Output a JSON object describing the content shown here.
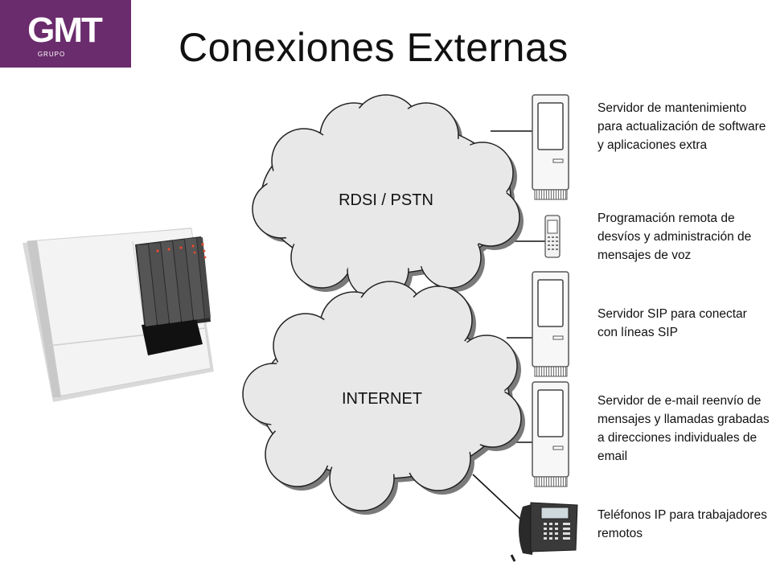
{
  "logo": {
    "mark": "GMT",
    "subtitle": "GRUPO",
    "color": "#6a2c6c"
  },
  "title": "Conexiones Externas",
  "clouds": {
    "top": "RDSI / PSTN",
    "bottom": "INTERNET"
  },
  "connections": [
    {
      "device": "server-icon",
      "description": "Servidor de mantenimiento para actualización de software y aplicaciones extra"
    },
    {
      "device": "mobile-phone-icon",
      "description": "Programación remota de desvíos y administración de mensajes de voz"
    },
    {
      "device": "server-icon",
      "description": "Servidor SIP para conectar con líneas SIP"
    },
    {
      "device": "server-icon",
      "description": "Servidor de e-mail reenvío de mensajes y llamadas grabadas a direcciones individuales de email"
    },
    {
      "device": "ip-phone-icon",
      "description": "Teléfonos IP para trabajadores remotos"
    }
  ],
  "colors": {
    "cloud_fill": "#e8e8e8",
    "cloud_stroke": "#222222",
    "device_stroke": "#555555"
  }
}
